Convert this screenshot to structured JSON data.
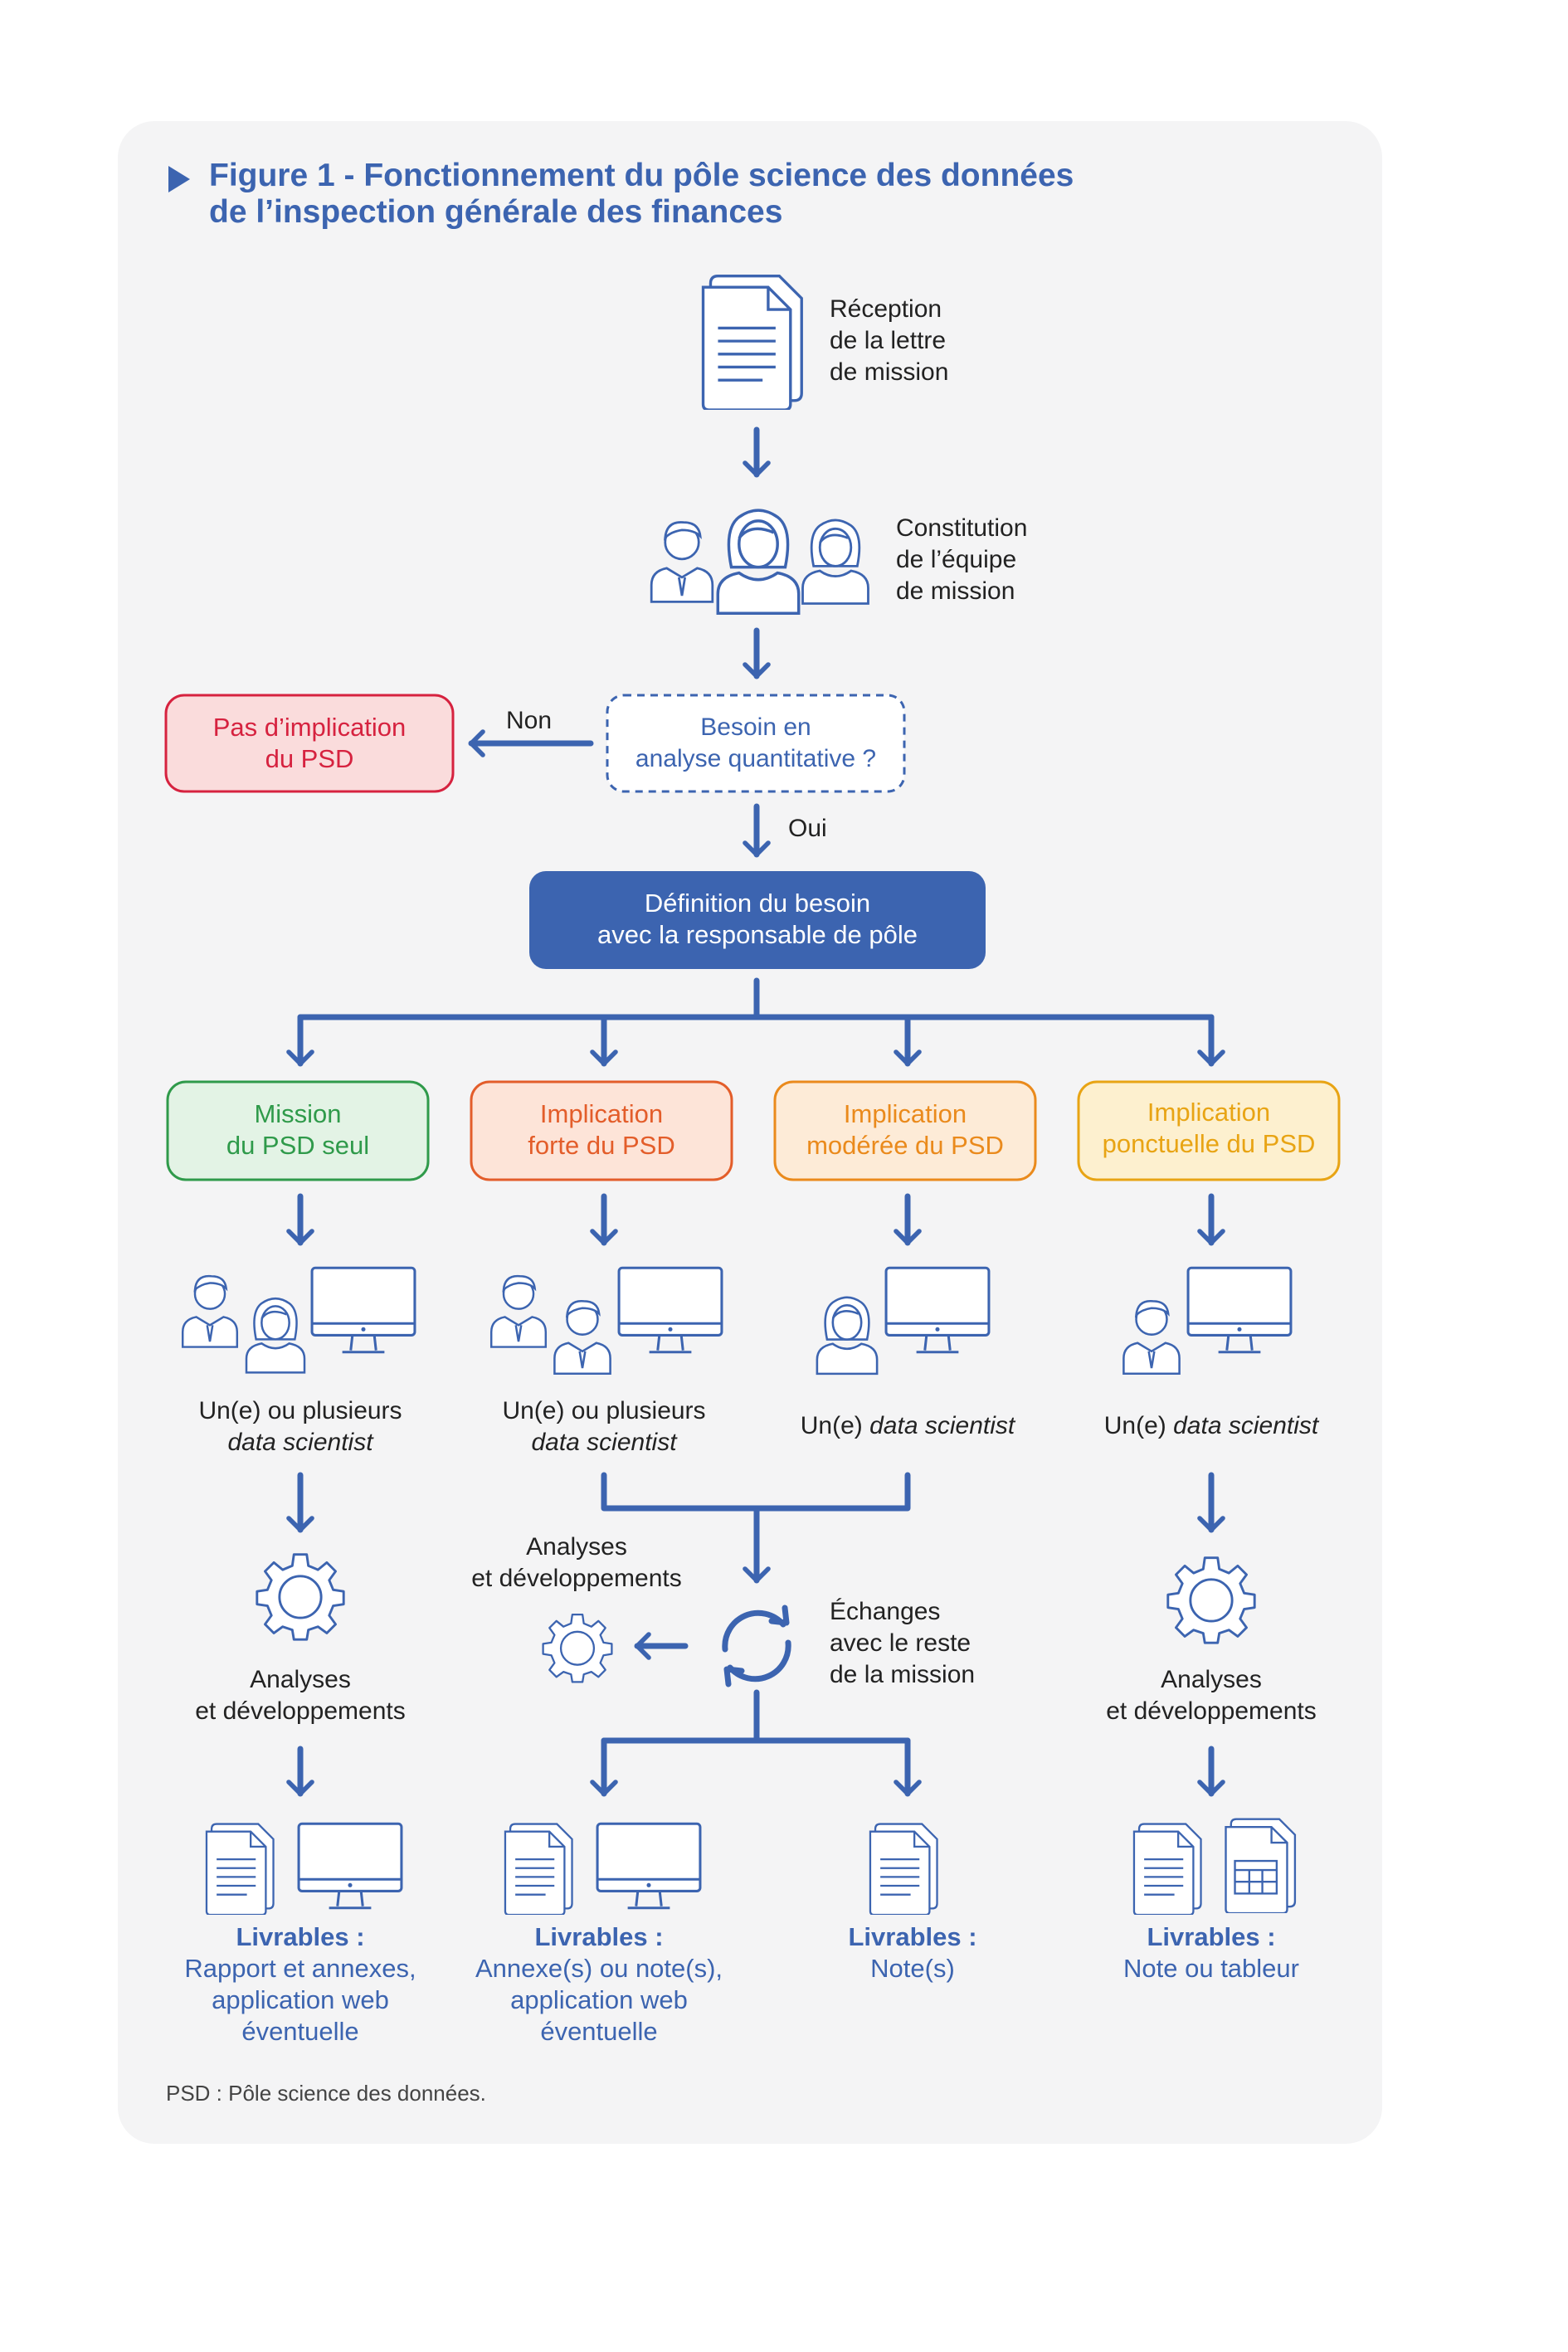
{
  "figure": {
    "title_line1": "Figure 1 - Fonctionnement du pôle science des données",
    "title_line2": "de l’inspection générale des finances"
  },
  "steps": {
    "reception": [
      "Réception",
      "de la lettre",
      "de mission"
    ],
    "constitution": [
      "Constitution",
      "de l’équipe",
      "de mission"
    ],
    "decision": [
      "Besoin en",
      "analyse quantitative ?"
    ],
    "non_label": "Non",
    "oui_label": "Oui",
    "no_involvement": [
      "Pas d’implication",
      "du PSD"
    ],
    "definition": [
      "Définition du besoin",
      "avec la responsable de pôle"
    ]
  },
  "branches": [
    {
      "label": [
        "Mission",
        "du PSD seul"
      ],
      "color": "#2f9a4a",
      "fill": "#e3f3e5",
      "border": "#2f9a4a",
      "staff": [
        "Un(e) ou plusieurs",
        "data scientist"
      ],
      "work": [
        "Analyses",
        "et développements"
      ],
      "deliverables_label": "Livrables :",
      "deliverables": [
        "Rapport et annexes,",
        "application web",
        "éventuelle"
      ]
    },
    {
      "label": [
        "Implication",
        "forte du PSD"
      ],
      "color": "#e35d2a",
      "fill": "#fde4d8",
      "border": "#e35d2a",
      "staff": [
        "Un(e) ou plusieurs",
        "data scientist"
      ],
      "deliverables_label": "Livrables :",
      "deliverables": [
        "Annexe(s) ou note(s),",
        "application web",
        "éventuelle"
      ]
    },
    {
      "label": [
        "Implication",
        "modérée du PSD"
      ],
      "color": "#ea8a1c",
      "fill": "#fdebd7",
      "border": "#ea8a1c",
      "staff_prefix": "Un(e) ",
      "staff_italic": "data scientist",
      "deliverables_label": "Livrables :",
      "deliverables": [
        "Note(s)"
      ]
    },
    {
      "label": [
        "Implication",
        "ponctuelle du PSD"
      ],
      "color": "#e8a414",
      "fill": "#fdf0cf",
      "border": "#e8a414",
      "staff_prefix": "Un(e) ",
      "staff_italic": "data scientist",
      "work": [
        "Analyses",
        "et développements"
      ],
      "deliverables_label": "Livrables :",
      "deliverables": [
        "Note ou tableur"
      ]
    }
  ],
  "shared": {
    "work": [
      "Analyses",
      "et développements"
    ],
    "exchanges": [
      "Échanges",
      "avec le reste",
      "de la mission"
    ]
  },
  "footnote": "PSD : Pôle science des données.",
  "colors": {
    "accent": "#3c64b0",
    "red": "#d6223f",
    "red_fill": "#fadcdc",
    "text": "#222222"
  },
  "icons": [
    "document-icon",
    "team-icon",
    "person-icon",
    "computer-icon",
    "gear-icon",
    "cycle-icon",
    "spreadsheet-icon"
  ]
}
